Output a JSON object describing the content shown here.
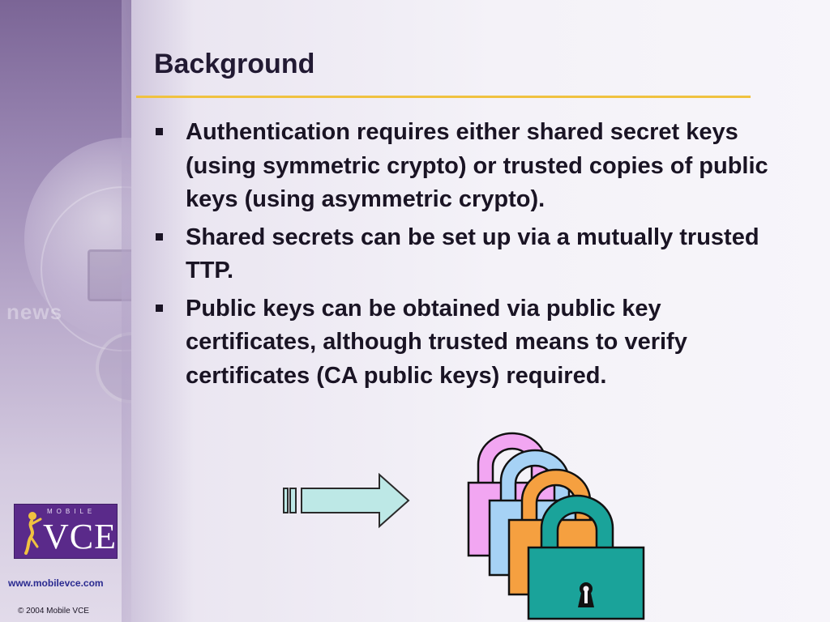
{
  "slide": {
    "title": "Background",
    "bullets": [
      "Authentication requires either shared secret keys (using symmetric crypto) or trusted copies of public keys (using asymmetric crypto).",
      "Shared secrets can be set up via a mutually trusted TTP.",
      "Public keys can be obtained via public key certificates, although trusted means to verify certificates (CA public keys) required."
    ]
  },
  "sidebar": {
    "watermark_word": "news",
    "logo": {
      "top_text": "MOBILE",
      "main_text": "VCE"
    },
    "website": "www.mobilevce.com",
    "copyright": "© 2004 Mobile VCE"
  },
  "colors": {
    "title_rule": "#f0c240",
    "logo_bg": "#5a2a8a",
    "lock_pink": "#f2a6f2",
    "lock_blue": "#a6d2f5",
    "lock_orange": "#f5a040",
    "lock_teal": "#1aa39a",
    "arrow_fill": "#bde8e6"
  },
  "icons": [
    "arrow-icon",
    "padlock-stack-icon",
    "keyhole-icon",
    "figure-icon"
  ]
}
